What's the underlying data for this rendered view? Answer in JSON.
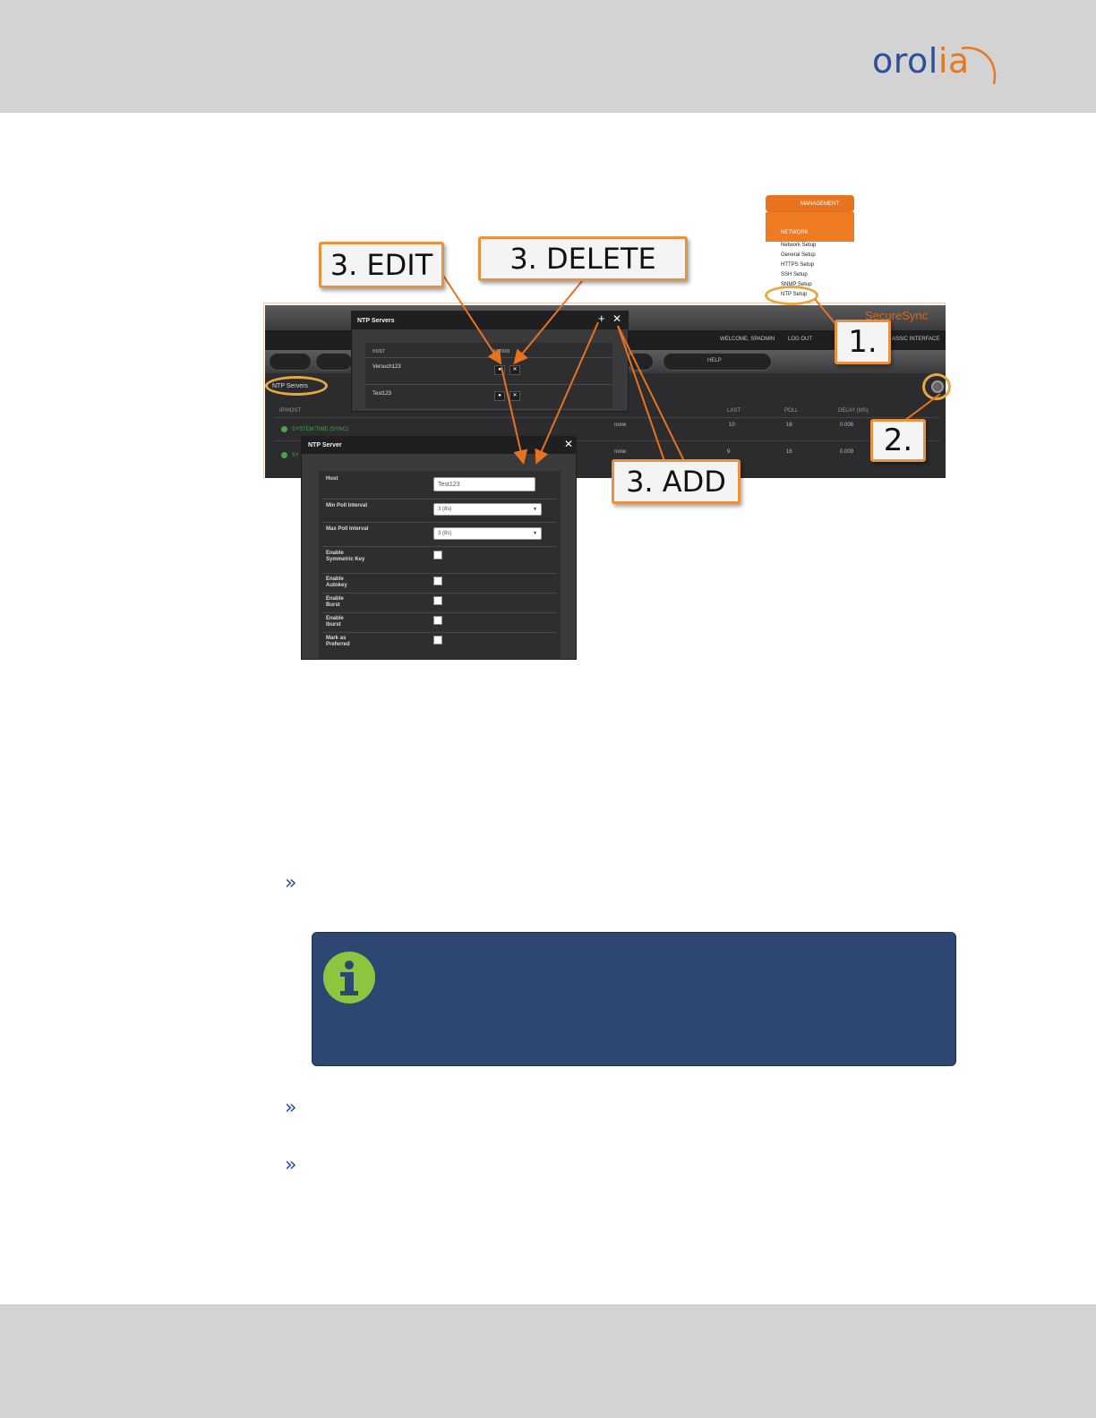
{
  "header": {
    "logo_text_main": "orol",
    "logo_text_accent": "ia",
    "brand_color": "#2d4e9b",
    "accent_color": "#e87722"
  },
  "management_menu": {
    "title": "MANAGEMENT",
    "section": "NETWORK",
    "items": [
      "Network Setup",
      "General Setup",
      "HTTPS Setup",
      "SSH Setup",
      "SNMP Setup",
      "NTP Setup"
    ]
  },
  "app": {
    "brand": "SecureSync",
    "welcome": "WELCOME, SPADMIN",
    "logout": "LOG OUT",
    "classic": "ASSIC INTERFACE",
    "help": "HELP",
    "section_label": "NTP Servers",
    "table_headers": [
      "IP/HOST",
      "LAST",
      "POLL",
      "DELAY (MS)"
    ],
    "rows": [
      {
        "host": "SYSTEM TIME (SYNC)",
        "status": "none",
        "last": "10",
        "poll": "16",
        "delay": "0.008"
      },
      {
        "host": "SY",
        "status": "none",
        "last": "9",
        "poll": "16",
        "delay": "0.009"
      }
    ]
  },
  "ntp_servers_dialog": {
    "title": "NTP Servers",
    "add": "+",
    "close": "✕",
    "col_host": "HOST",
    "col_action": "ACTION",
    "hosts": [
      "Versuch123",
      "Test123"
    ],
    "edit_glyph": "●",
    "delete_glyph": "✕"
  },
  "ntp_server_dialog": {
    "title": "NTP Server",
    "close": "✕",
    "host_label": "Host",
    "host_value": "Test123",
    "min_poll_label": "Min Poll Interval",
    "min_poll_value": "3 (8s)",
    "max_poll_label": "Max Poll Interval",
    "max_poll_value": "3 (8s)",
    "checkboxes": [
      "Enable Symmetric Key",
      "Enable Autokey",
      "Enable Burst",
      "Enable Iburst",
      "Mark as Preferred"
    ]
  },
  "callouts": {
    "edit": "3. EDIT",
    "delete": "3. DELETE",
    "add": "3. ADD",
    "step1": "1.",
    "step2": "2."
  },
  "bullets": [
    "»",
    "»",
    "»"
  ],
  "note": {
    "icon": "info-icon",
    "color": "#2d4672",
    "icon_color": "#8cc63f"
  }
}
